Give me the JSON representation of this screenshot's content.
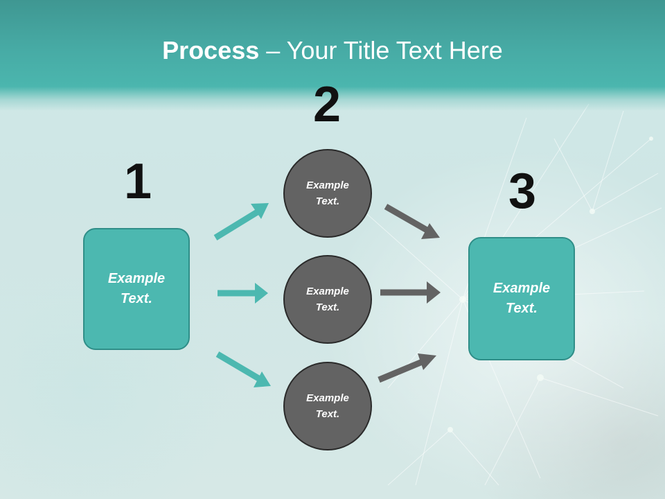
{
  "slide": {
    "title_bold": "Process",
    "title_rest": " – Your Title Text Here"
  },
  "steps": {
    "step1_number": "1",
    "step2_number": "2",
    "step3_number": "3"
  },
  "nodes": {
    "start_box": "Example\nText.",
    "circle_top": "Example\nText.",
    "circle_middle": "Example\nText.",
    "circle_bottom": "Example\nText.",
    "end_box": "Example\nText."
  },
  "colors": {
    "header": "#47aba5",
    "box_fill": "#4cb8b0",
    "circle_fill": "#636363",
    "arrow_teal": "#4cb8b0",
    "arrow_gray": "#636363"
  }
}
